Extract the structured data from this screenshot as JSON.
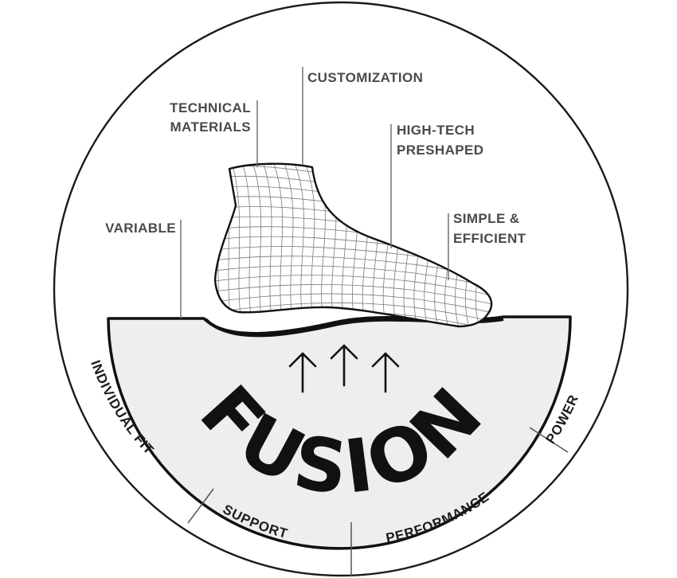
{
  "diagram": {
    "labels": {
      "customization": "CUSTOMIZATION",
      "technical_materials_1": "TECHNICAL",
      "technical_materials_2": "MATERIALS",
      "high_tech_preshaped_1": "HIGH-TECH",
      "high_tech_preshaped_2": "PRESHAPED",
      "simple_efficient_1": "SIMPLE &",
      "simple_efficient_2": "EFFICIENT",
      "variable": "VARIABLE"
    },
    "segments": {
      "individual_fit": "INDIVIDUAL FIT",
      "support": "SUPPORT",
      "performance": "PERFORMANCE",
      "power": "POWER"
    },
    "brand": "FUSION",
    "colors": {
      "outline": "#1a1a1a",
      "bowl_fill": "#eeeeee",
      "text": "#4a4a4a"
    }
  }
}
